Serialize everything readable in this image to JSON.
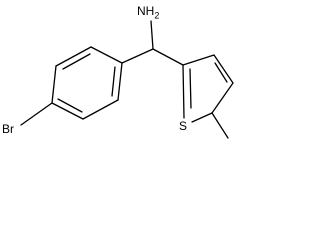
{
  "molecule": {
    "atoms": {
      "amine": {
        "element": "N",
        "hydrogens": "2"
      },
      "sulfur": "S",
      "bromine": "Br"
    }
  }
}
